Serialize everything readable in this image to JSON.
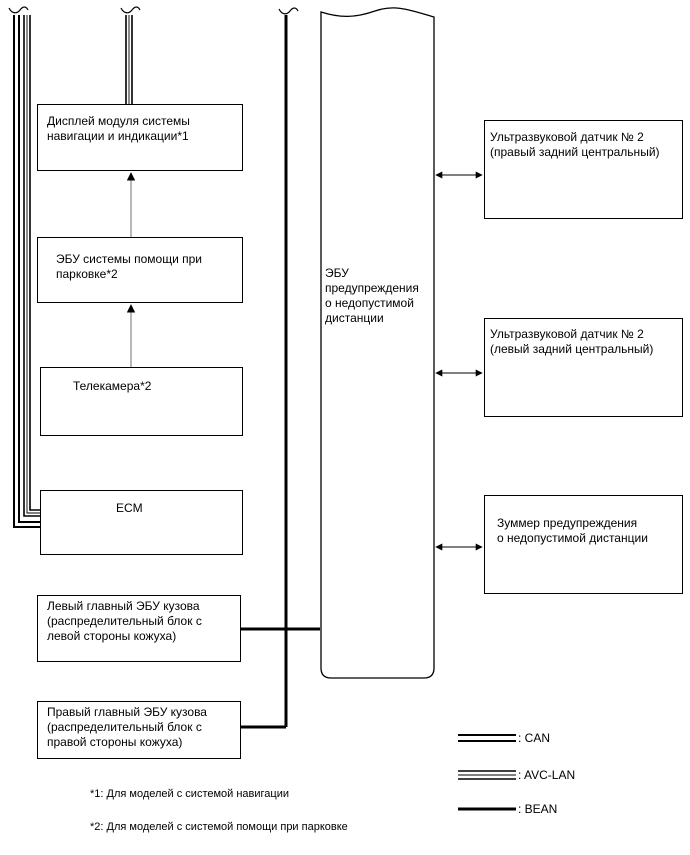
{
  "components": {
    "display_module": "Дисплей модуля системы\nнавигации и индикации*1",
    "parking_ecu": "ЭБУ системы помощи при\nпарковке*2",
    "camera": "Телекамера*2",
    "ecm": "ECM",
    "left_body_ecu": "Левый главный ЭБУ кузова\n(распределительный блок с\nлевой стороны кожуха)",
    "right_body_ecu": "Правый главный ЭБУ кузова\n(распределительный блок с\nправой стороны кожуха)",
    "clearance_ecu": "ЭБУ\nпредупреждения\nо недопустимой\nдистанции",
    "sensor_rc_right": "Ультразвуковой датчик № 2\n(правый задний центральный)",
    "sensor_rc_left": "Ультразвуковой датчик № 2\n(левый задний центральный)",
    "buzzer": "Зуммер предупреждения\nо недопустимой дистанции"
  },
  "legend": {
    "can": ": CAN",
    "avc_lan": ": AVC-LAN",
    "bean": ": BEAN"
  },
  "notes": {
    "note1": "*1: Для моделей с системой навигации",
    "note2": "*2: Для моделей с системой помощи при парковке"
  }
}
